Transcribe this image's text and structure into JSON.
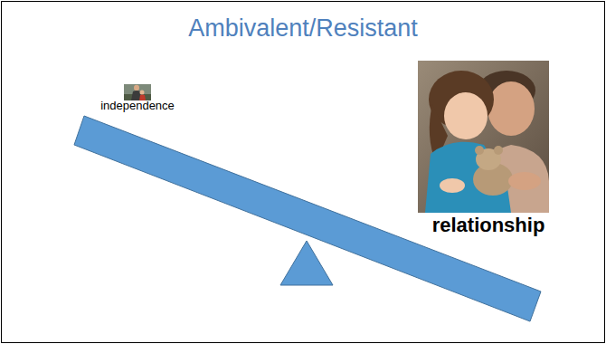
{
  "diagram": {
    "title": "Ambivalent/Resistant",
    "labels": [
      "independence",
      "relationship"
    ]
  }
}
